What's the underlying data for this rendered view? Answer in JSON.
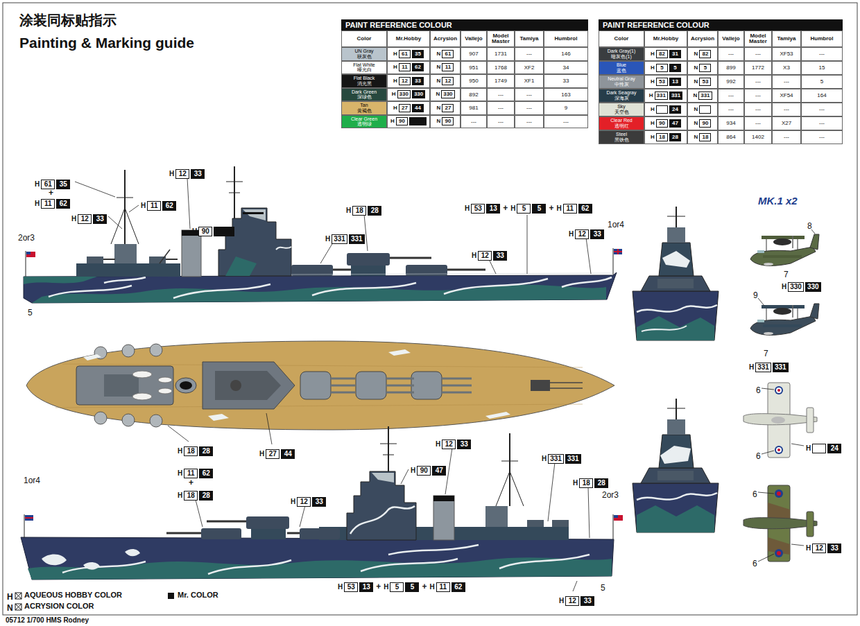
{
  "diagram": {
    "title": "涂装同标贴指示",
    "caption": "05712 1/700 HMS Rodney",
    "labels": [
      "Painting & Marking guide",
      "PAINT REFERENCE COLOUR",
      "Color",
      "Mr.Hobby",
      "Acrysion",
      "Vallejo",
      "Model Master",
      "Tamiya",
      "Humbrol",
      "UN Gray",
      "联灰色",
      "H",
      "61",
      "35",
      "N",
      "61",
      "907",
      "1731",
      "---",
      "146",
      "Flat White",
      "哑光白",
      "H",
      "11",
      "62",
      "N",
      "11",
      "951",
      "1768",
      "XF2",
      "34",
      "Flat Black",
      "消光黑",
      "H",
      "12",
      "33",
      "N",
      "12",
      "950",
      "1749",
      "XF1",
      "33",
      "Dark Green",
      "深绿色",
      "H",
      "330",
      "330",
      "N",
      "330",
      "892",
      "---",
      "---",
      "163",
      "Tan",
      "黄褐色",
      "H",
      "27",
      "44",
      "N",
      "27",
      "981",
      "---",
      "---",
      "9",
      "Clear Green",
      "透明绿",
      "H",
      "90",
      "N",
      "90",
      "---",
      "---",
      "---",
      "---",
      "PAINT REFERENCE COLOUR",
      "Color",
      "Mr.Hobby",
      "Acrysion",
      "Vallejo",
      "Model Master",
      "Tamiya",
      "Humbrol",
      "Dark Gray(1)",
      "暗灰色(1)",
      "H",
      "82",
      "31",
      "N",
      "82",
      "---",
      "---",
      "XF53",
      "---",
      "Blue",
      "蓝色",
      "H",
      "5",
      "5",
      "N",
      "5",
      "899",
      "1772",
      "X3",
      "15",
      "Neutral Gray",
      "中性灰",
      "H",
      "53",
      "13",
      "N",
      "53",
      "992",
      "---",
      "---",
      "5",
      "Dark Seagray",
      "深海灰",
      "H",
      "331",
      "331",
      "N",
      "331",
      "---",
      "---",
      "XF54",
      "164",
      "Sky",
      "天空色",
      "H",
      "24",
      "N",
      "---",
      "---",
      "---",
      "---",
      "Clear Red",
      "透明红",
      "H",
      "90",
      "47",
      "N",
      "90",
      "934",
      "---",
      "X27",
      "---",
      "Steel",
      "黑铁色",
      "H",
      "18",
      "28",
      "N",
      "18",
      "864",
      "1402",
      "---",
      "---",
      "H",
      "61",
      "35",
      "+",
      "H",
      "11",
      "62",
      "H",
      "12",
      "33",
      "H",
      "11",
      "62",
      "H",
      "12",
      "33",
      "H",
      "90",
      "H",
      "18",
      "28",
      "H",
      "331",
      "331",
      "H",
      "53",
      "13",
      "+",
      "H",
      "5",
      "5",
      "+",
      "H",
      "11",
      "62",
      "H",
      "12",
      "33",
      "H",
      "12",
      "33",
      "1or4",
      "2or3",
      "5",
      "H",
      "18",
      "28",
      "H",
      "27",
      "44",
      "1or4",
      "H",
      "11",
      "62",
      "+",
      "H",
      "18",
      "28",
      "H",
      "12",
      "33",
      "H",
      "12",
      "33",
      "H",
      "90",
      "47",
      "H",
      "331",
      "331",
      "H",
      "18",
      "28",
      "2or3",
      "H",
      "53",
      "13",
      "+",
      "H",
      "5",
      "5",
      "+",
      "H",
      "11",
      "62",
      "H",
      "12",
      "33",
      "5",
      "MK.1 x2",
      "8",
      "7",
      "H",
      "330",
      "330",
      "9",
      "7",
      "H",
      "331",
      "331",
      "6",
      "6",
      "H",
      "24",
      "6",
      "6",
      "H",
      "12",
      "33",
      "H",
      "N"
    ],
    "legend": [
      {
        "text": "AQUEOUS HOBBY COLOR"
      },
      {
        "text": "Mr. COLOR"
      },
      {
        "text": "ACRYSION COLOR"
      }
    ]
  }
}
